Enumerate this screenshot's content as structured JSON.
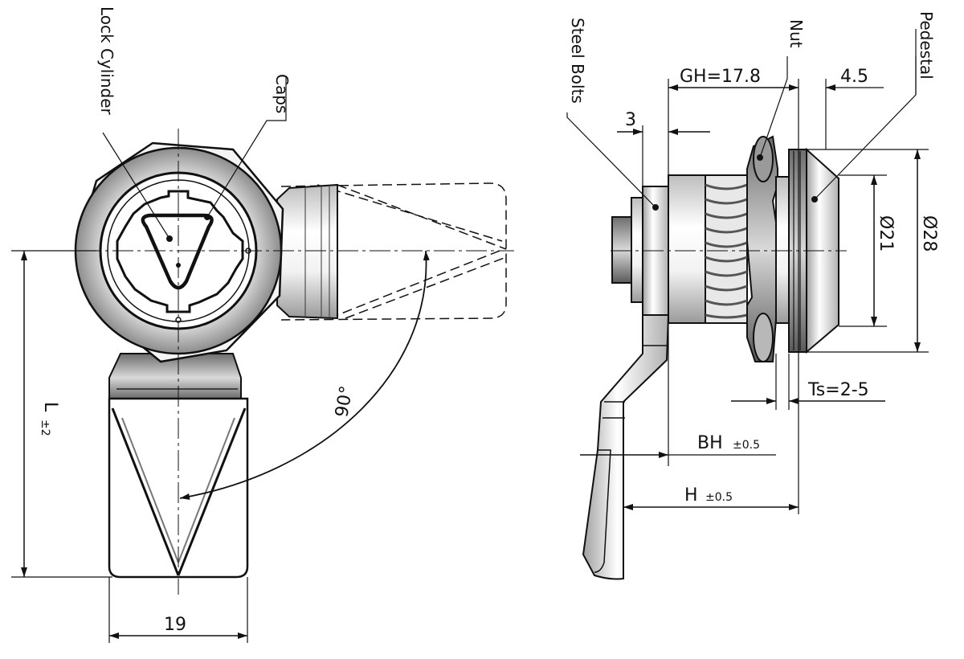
{
  "callouts": {
    "lock_cylinder": "Lock Cylinder",
    "caps": "Caps",
    "steel_bolts": "Steel Bolts",
    "nut": "Nut",
    "pedestal": "Pedestal"
  },
  "dimensions": {
    "width_19": "19",
    "length_L": "L",
    "length_L_tol": "±2",
    "angle_90": "90°",
    "gh": "GH=17.8",
    "dim_4_5": "4.5",
    "dim_3": "3",
    "dia_21": "Ø21",
    "dia_28": "Ø28",
    "ts": "Ts=2-5",
    "bh": "BH",
    "bh_tol": "±0.5",
    "h": "H",
    "h_tol": "±0.5"
  }
}
